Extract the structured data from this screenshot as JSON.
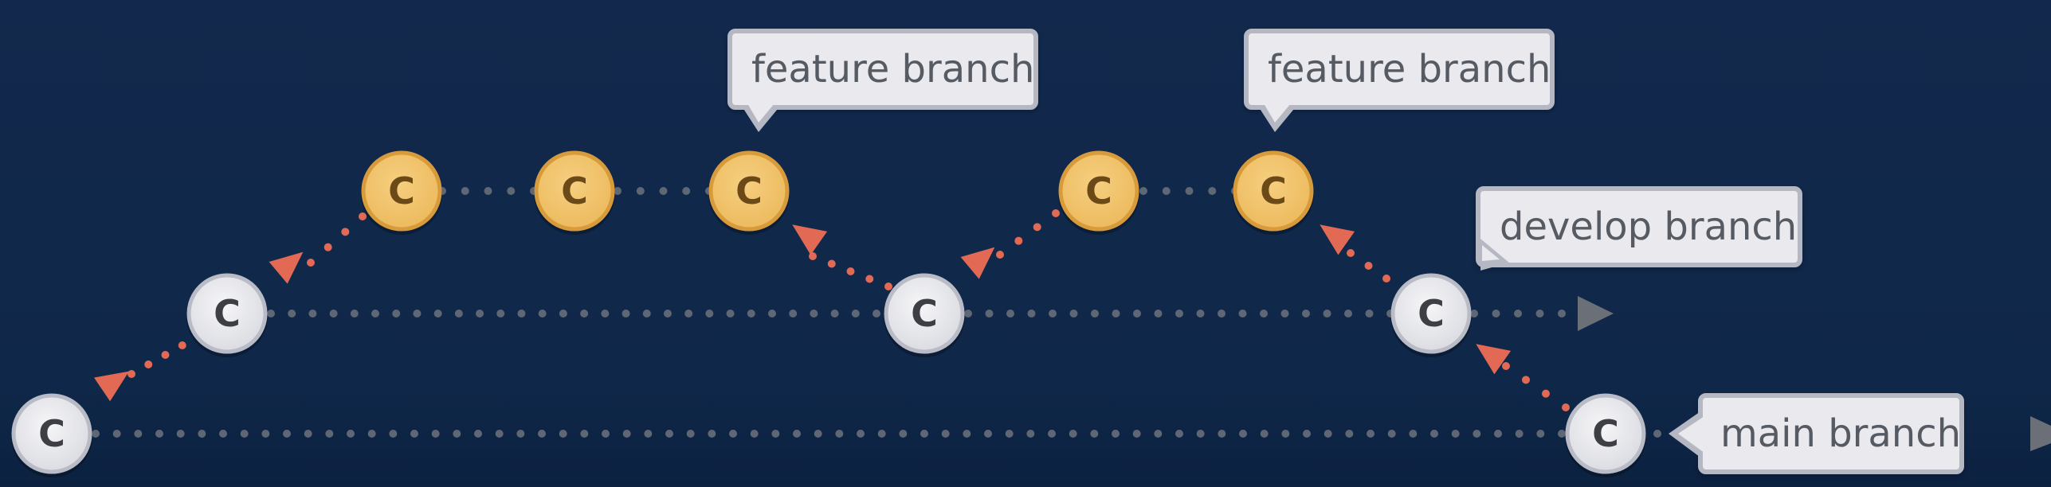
{
  "colors": {
    "background": "#12294d",
    "main_node_fill": "#e6e6ea",
    "main_node_stroke": "#b9bcc6",
    "feature_node_fill": "#f2c46d",
    "feature_node_stroke": "#d89b3c",
    "main_node_text": "#3d3f45",
    "feature_node_text": "#6b4a17",
    "branch_dots": "#5f6775",
    "merge_dots": "#e26a55",
    "arrow_grey": "#6a6f78",
    "arrow_red": "#e26a55"
  },
  "commit_label": "C",
  "callouts": {
    "feature_1": "feature branch",
    "feature_2": "feature branch",
    "develop": "develop branch",
    "main": "main branch"
  }
}
